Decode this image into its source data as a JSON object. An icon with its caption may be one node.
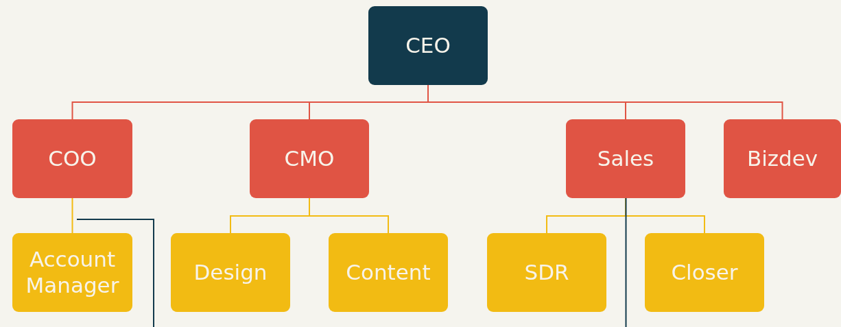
{
  "diagram": {
    "nodes": [
      {
        "text": [
          "CEO"
        ]
      },
      {
        "text": [
          "COO"
        ]
      },
      {
        "text": [
          "CMO"
        ]
      },
      {
        "text": [
          "Sales"
        ]
      },
      {
        "text": [
          "Bizdev"
        ]
      },
      {
        "text": [
          "Account Manager"
        ]
      },
      {
        "text": [
          "Design"
        ]
      },
      {
        "text": [
          "Content"
        ]
      },
      {
        "text": [
          "SDR"
        ]
      },
      {
        "text": [
          "Closer"
        ]
      }
    ],
    "edges": [
      {
        "from": 0,
        "to": 1,
        "arrow": "none",
        "color": "#e05444"
      },
      {
        "from": 0,
        "to": 2,
        "arrow": "none",
        "color": "#e05444"
      },
      {
        "from": 0,
        "to": 3,
        "arrow": "none",
        "color": "#e05444"
      },
      {
        "from": 0,
        "to": 4,
        "arrow": "none",
        "color": "#e05444"
      },
      {
        "from": 1,
        "to": 5,
        "arrow": "none"
      },
      {
        "from": 2,
        "to": 6,
        "arrow": "none"
      },
      {
        "from": 2,
        "to": 7,
        "arrow": "none"
      },
      {
        "from": 3,
        "to": 8,
        "arrow": "none"
      },
      {
        "from": 3,
        "to": 9,
        "arrow": "none"
      },
      {
        "from": 3,
        "to": null,
        "arrow": "none",
        "color": "#123a4c"
      }
    ]
  }
}
